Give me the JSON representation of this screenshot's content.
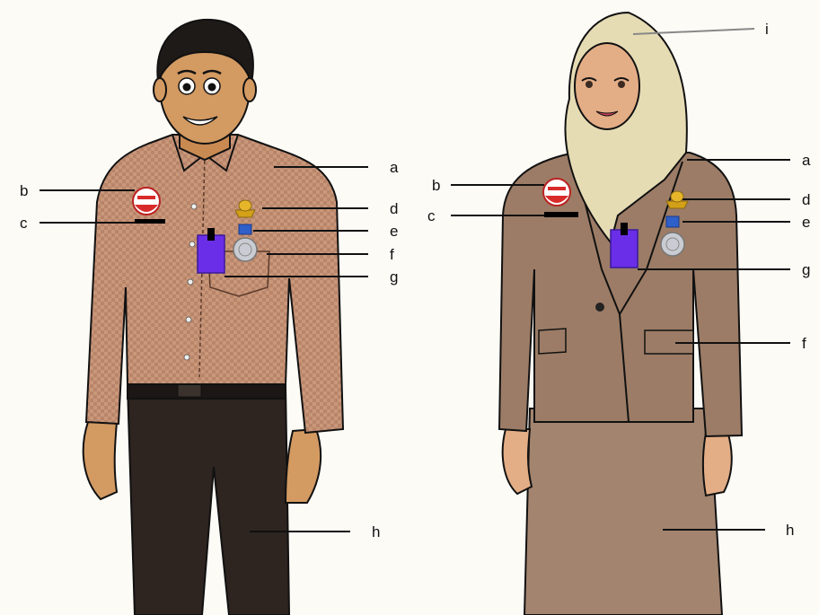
{
  "labels": {
    "a": "a",
    "b": "b",
    "c": "c",
    "d": "d",
    "e": "e",
    "f": "f",
    "g": "g",
    "h": "h",
    "i": "i"
  },
  "colors": {
    "background": "#fdfbf6",
    "shirt": "#c89a7c",
    "jacket": "#9c7c66",
    "skirt": "#a3846f",
    "trousers": "#2e2420",
    "hijab": "#e6dcb4",
    "skin": "#d39a62",
    "id_card": "#6b2ee8",
    "badge_red": "#d92a2a",
    "medal_ribbon": "#2f5fc9",
    "medal_silver": "#c9ccd2",
    "emblem_gold": "#d4a017"
  },
  "icons": [
    "logo-badge-icon",
    "name-tag-icon",
    "gold-emblem-icon",
    "medal-icon",
    "id-card-icon"
  ]
}
